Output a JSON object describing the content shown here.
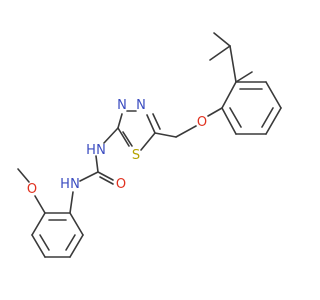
{
  "molecule": {
    "atoms": {
      "n_thiadiazole_3": "N",
      "n_thiadiazole_4": "N",
      "s_thiadiazole": "S",
      "o_ether": "O",
      "nh_urea_upper": "N",
      "h_urea_upper": "H",
      "nh_urea_lower": "N",
      "h_urea_lower": "H",
      "o_carbonyl": "O",
      "o_methoxy": "O"
    },
    "colors": {
      "bond": "#3a3a3a",
      "nitrogen": "#3b4cc0",
      "sulfur": "#b5a300",
      "oxygen": "#e0301e"
    }
  }
}
